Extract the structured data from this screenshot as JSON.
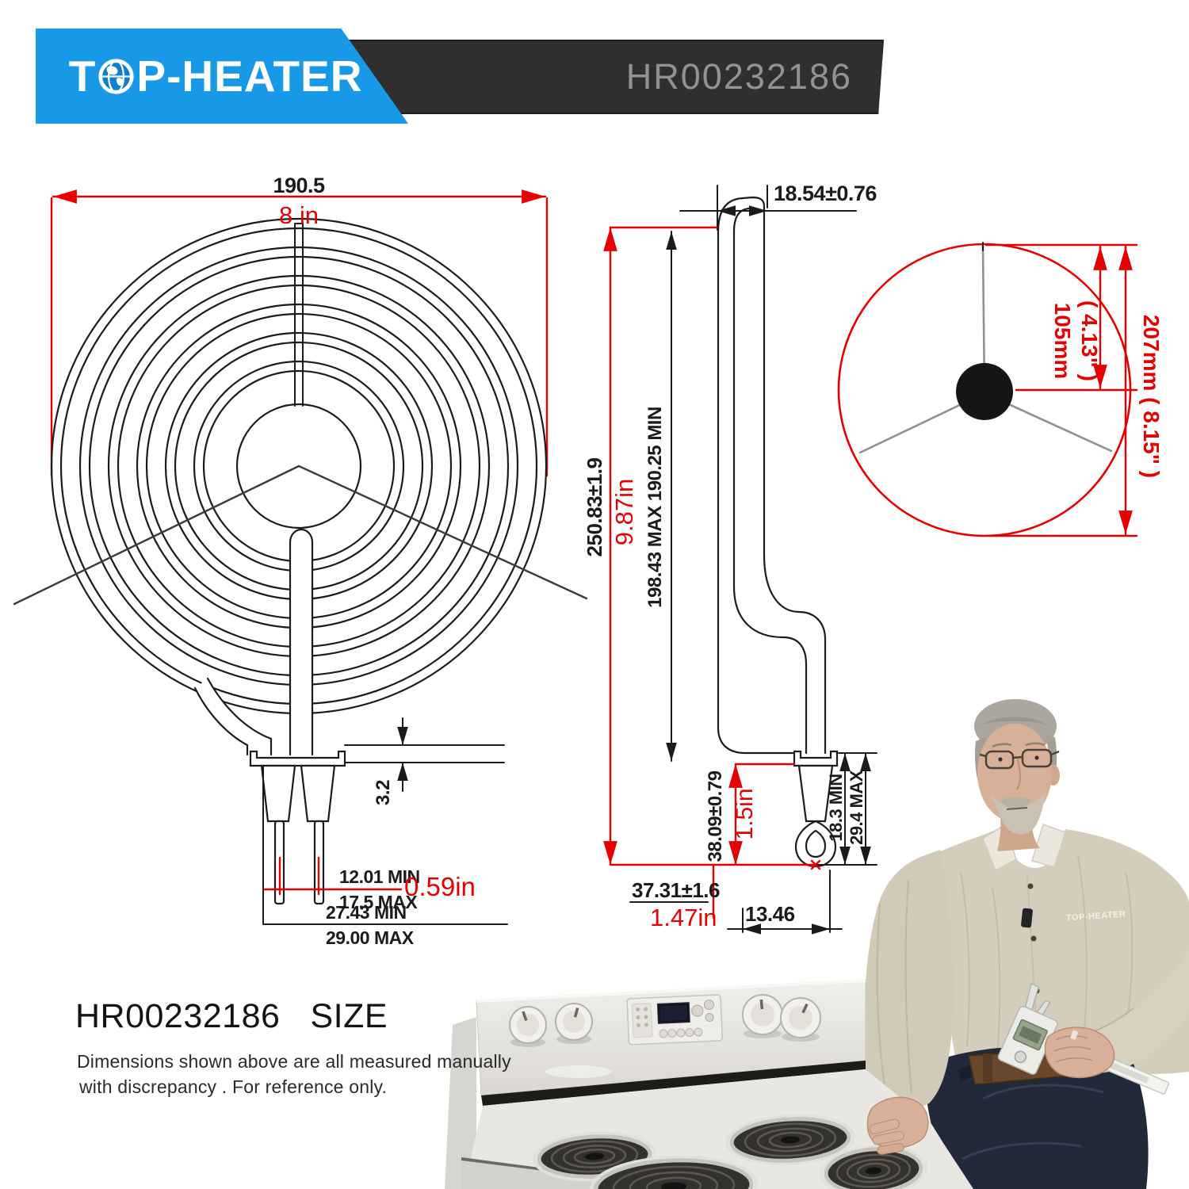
{
  "header": {
    "brand_t": "T",
    "brand_rest": "P-HEATER",
    "registered": "®",
    "part_number": "HR00232186"
  },
  "front_view": {
    "width_mm": "190.5",
    "width_in": "8 in",
    "bracket_mm": "3.2",
    "pin_min": "12.01 MIN",
    "pin_max": "17.5 MAX",
    "pin_in": "0.59in",
    "base_min": "27.43 MIN",
    "base_max": "29.00 MAX"
  },
  "side_view": {
    "top_mm": "18.54±0.76",
    "height_mm": "250.83±1.9",
    "height_in": "9.87in",
    "coil_range": "198.43 MAX 190.25 MIN",
    "terminal_mm": "38.09±0.79",
    "terminal_in": "1.5in",
    "lug_min": "18.3 MIN",
    "lug_max": "29.4 MAX",
    "offset_mm": "37.31±1.6",
    "offset_in": "1.47in",
    "foot_mm": "13.46"
  },
  "detail_view": {
    "radius_mm": "105mm",
    "radius_in": "( 4.13\" )",
    "diameter": "207mm ( 8.15\" )"
  },
  "footer": {
    "part_number": "HR00232186",
    "size_label": "SIZE",
    "note_line1": "Dimensions shown above are all measured  manually",
    "note_line2": "with discrepancy .  For reference only."
  },
  "photo": {
    "shirt_logo": "TOP-HEATER"
  },
  "colors": {
    "accent_red": "#e60000",
    "brand_blue": "#1899e8",
    "banner_dark": "#2f2f2f"
  }
}
